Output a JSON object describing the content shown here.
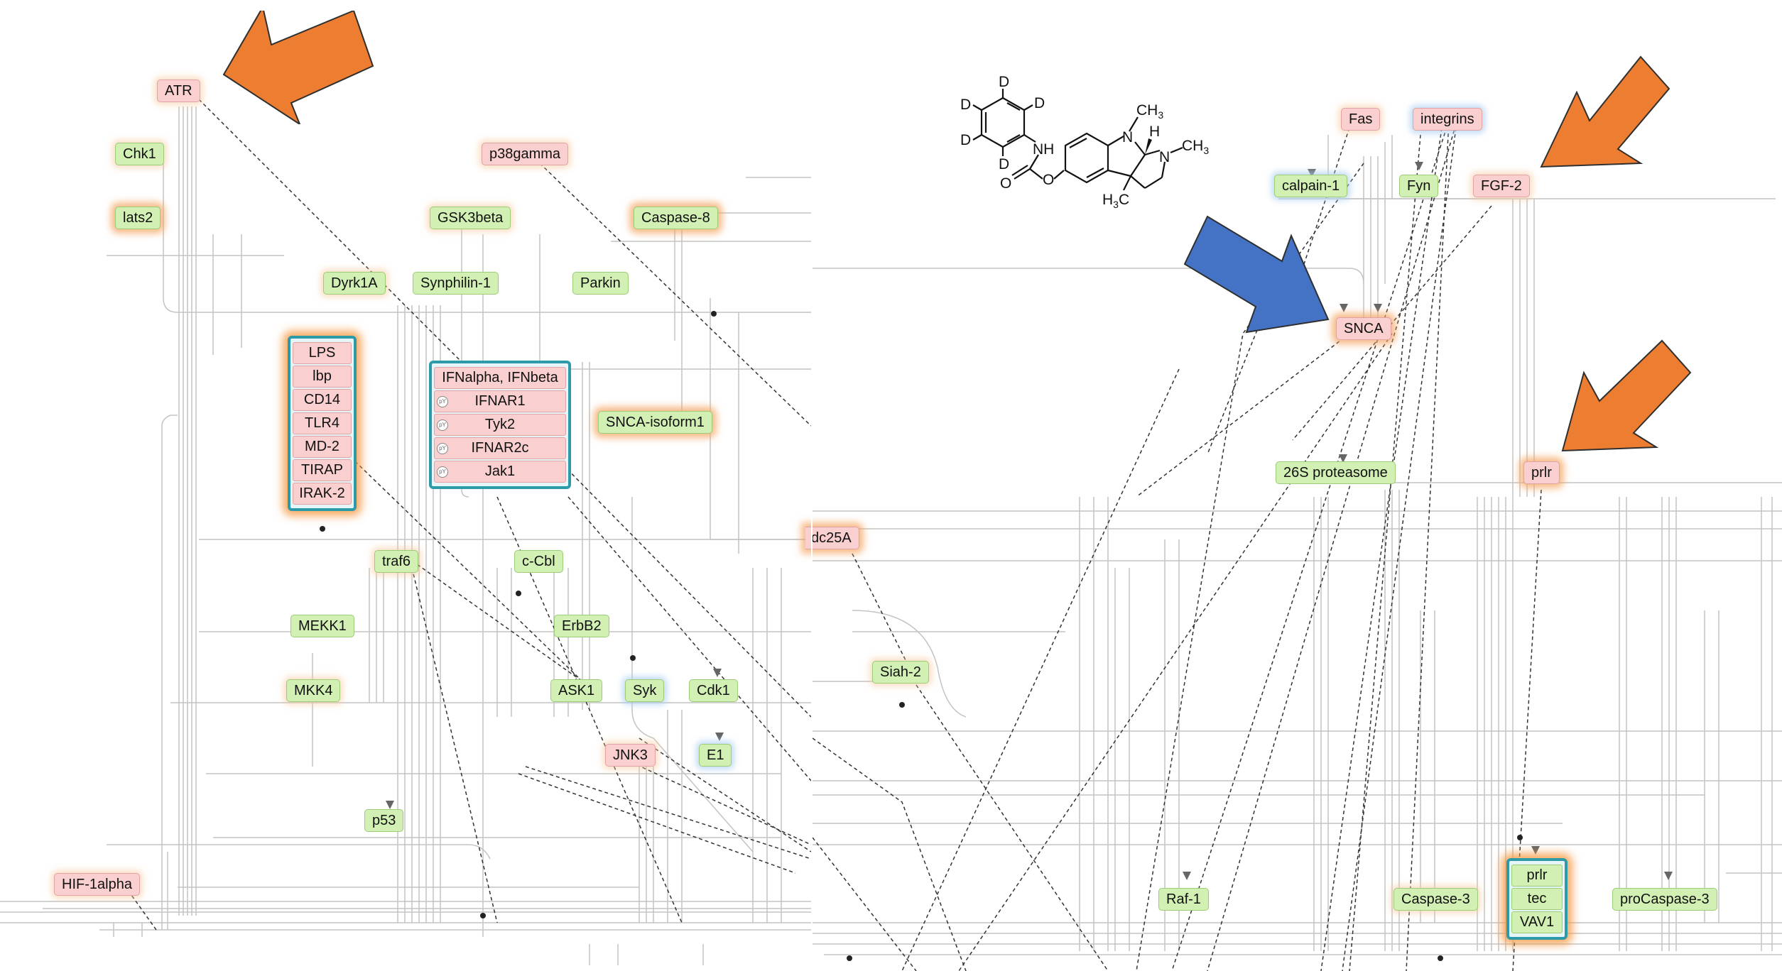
{
  "left_panel": {
    "nodes": {
      "atr": "ATR",
      "chk1": "Chk1",
      "lats2": "lats2",
      "p38gamma": "p38gamma",
      "gsk3beta": "GSK3beta",
      "caspase8": "Caspase-8",
      "dyrk1a": "Dyrk1A",
      "synphilin1": "Synphilin-1",
      "parkin": "Parkin",
      "snca_isoform1": "SNCA-isoform1",
      "traf6": "traf6",
      "ccbl": "c-Cbl",
      "mekk1": "MEKK1",
      "erbb2": "ErbB2",
      "mkk4": "MKK4",
      "ask1": "ASK1",
      "syk": "Syk",
      "cdk1": "Cdk1",
      "jnk3": "JNK3",
      "e1": "E1",
      "p53": "p53",
      "hif1alpha": "HIF-1alpha"
    },
    "complex_lps": [
      "LPS",
      "lbp",
      "CD14",
      "TLR4",
      "MD-2",
      "TIRAP",
      "IRAK-2"
    ],
    "complex_ifn": [
      "IFNalpha, IFNbeta",
      "IFNAR1",
      "Tyk2",
      "IFNAR2c",
      "Jak1"
    ],
    "phospho_mark": "pY"
  },
  "right_panel": {
    "nodes": {
      "fas": "Fas",
      "integrins": "integrins",
      "calpain1": "calpain-1",
      "fyn": "Fyn",
      "fgf2": "FGF-2",
      "snca": "SNCA",
      "proteasome": "26S proteasome",
      "prlr": "prlr",
      "cdc25a": "dc25A",
      "siah2": "Siah-2",
      "raf1": "Raf-1",
      "caspase3": "Caspase-3",
      "procaspase3": "proCaspase-3"
    },
    "complex_prlr": [
      "prlr",
      "tec",
      "VAV1"
    ]
  },
  "molecule": {
    "d_labels": [
      "D",
      "D",
      "D",
      "D",
      "D"
    ],
    "nh": "NH",
    "o_carbonyl": "O",
    "o_ester": "O",
    "n1": "N",
    "n2": "N",
    "h": "H",
    "ch3_top": "CH",
    "ch3_right": "CH",
    "h3c": "H",
    "sub3": "3",
    "c": "C"
  },
  "colors": {
    "arrow_orange": "#ed7d31",
    "arrow_blue": "#4472c4",
    "node_green": "#d2f0b4",
    "node_pink": "#f9cfcf",
    "complex_border": "#2c9aa8"
  }
}
